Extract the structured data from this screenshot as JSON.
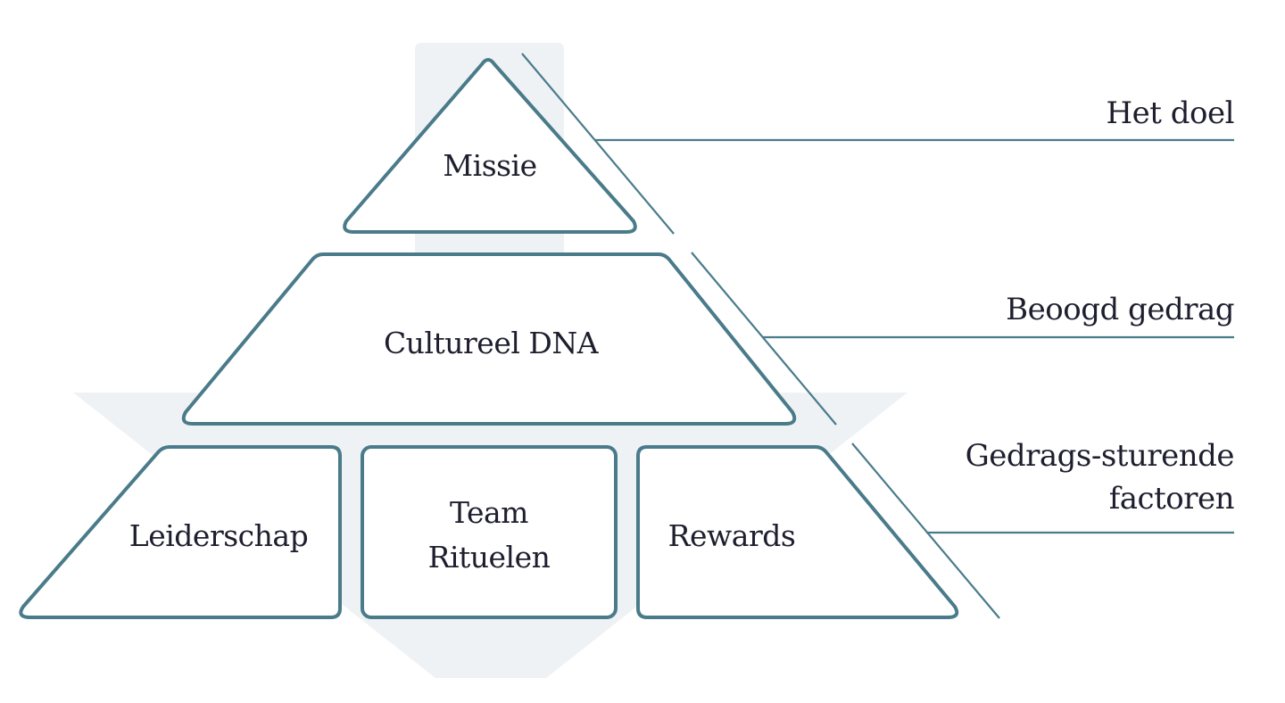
{
  "colors": {
    "stroke": "#4a7b8a",
    "arrow_fill": "#eef2f5",
    "text": "#1e1e2e",
    "background": "#ffffff"
  },
  "pyramid": {
    "top": {
      "label": "Missie"
    },
    "middle": {
      "label": "Cultureel DNA"
    },
    "bottom": [
      {
        "label_lines": [
          "Leiderschap"
        ]
      },
      {
        "label_lines": [
          "Team",
          "Rituelen"
        ]
      },
      {
        "label_lines": [
          "Rewards"
        ]
      }
    ]
  },
  "side_labels": [
    {
      "lines": [
        "Het doel"
      ]
    },
    {
      "lines": [
        "Beoogd gedrag"
      ]
    },
    {
      "lines": [
        "Gedrags-sturende",
        "factoren"
      ]
    }
  ],
  "background_arrow": {
    "direction": "down",
    "icon": "arrow-down-icon"
  }
}
